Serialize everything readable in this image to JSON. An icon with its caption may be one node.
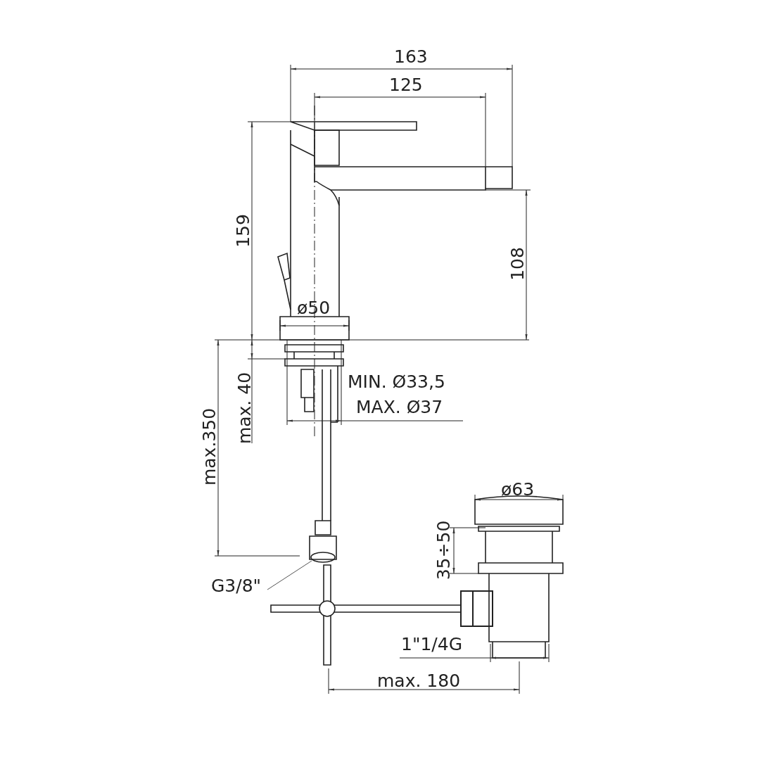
{
  "diagram": {
    "nodes": [
      {
        "text": [
          "G3/8\""
        ]
      },
      {
        "text": [],
        "shape": "picture"
      }
    ],
    "edges": [
      {
        "from": 0,
        "to": 1,
        "arrow": "none"
      }
    ],
    "labels": [
      "163",
      "125",
      "159",
      "108",
      "ø50",
      "MIN. Ø33,5",
      "MAX. Ø37",
      "max. 40",
      "max.350",
      "ø63",
      "35÷50",
      "1\"1/4G",
      "max. 180"
    ]
  }
}
